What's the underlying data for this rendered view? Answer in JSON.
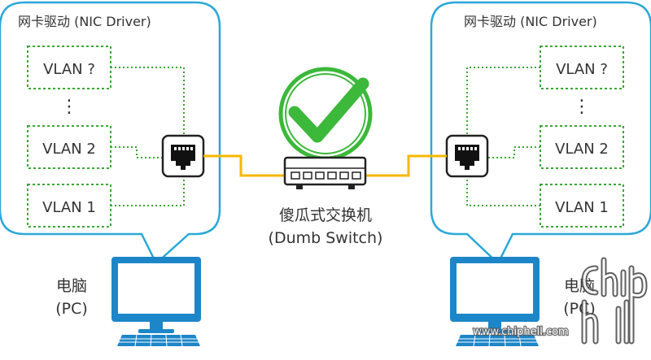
{
  "left_panel": {
    "title": "网卡驱动 (NIC Driver)",
    "vlans": [
      "VLAN ?",
      "⋮",
      "VLAN 2",
      "VLAN 1"
    ]
  },
  "right_panel": {
    "title": "网卡驱动 (NIC Driver)",
    "vlans": [
      "VLAN ?",
      "⋮",
      "VLAN 2",
      "VLAN 1"
    ]
  },
  "switch": {
    "label_cn": "傻瓜式交换机",
    "label_en": "(Dumb Switch)"
  },
  "left_pc": {
    "label_cn": "电脑",
    "label_en": "(PC)"
  },
  "right_pc": {
    "label_cn": "电脑",
    "label_en": "(PC)"
  },
  "watermark": {
    "url": "www.chiphell.com",
    "logo": "chiphell"
  },
  "colors": {
    "bubble_stroke": "#2aa8d8",
    "vlan_dash": "#3aa635",
    "cable": "#f5b800",
    "check": "#3cb83a",
    "monitor": "#1d86c8",
    "text": "#333333"
  }
}
